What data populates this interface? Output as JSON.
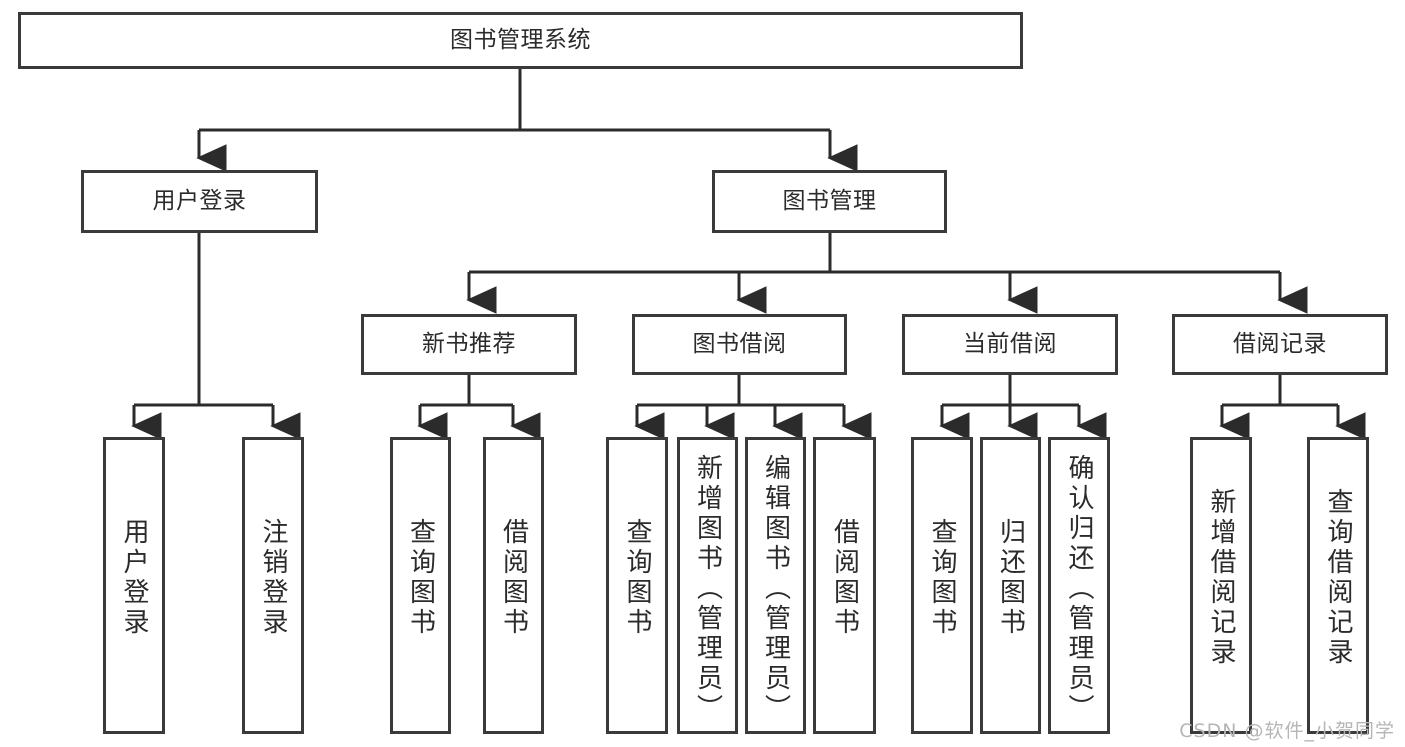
{
  "diagram": {
    "type": "tree",
    "title": "图书管理系统",
    "watermark": "CSDN @软件_小贺同学",
    "colors": {
      "box_border": "#3a3a3a",
      "box_fill": "#ffffff",
      "connector": "#2b2b2b",
      "text": "#2b2b2b",
      "watermark": "#b6b6b6",
      "background": "#ffffff"
    },
    "root": {
      "label": "图书管理系统"
    },
    "level2": [
      {
        "label": "用户登录"
      },
      {
        "label": "图书管理"
      }
    ],
    "level3": [
      {
        "label": "新书推荐"
      },
      {
        "label": "图书借阅"
      },
      {
        "label": "当前借阅"
      },
      {
        "label": "借阅记录"
      }
    ],
    "leaves": {
      "user_login": [
        {
          "label": "用户登录"
        },
        {
          "label": "注销登录"
        }
      ],
      "new_book_recommend": [
        {
          "label": "查询图书"
        },
        {
          "label": "借阅图书"
        }
      ],
      "book_borrow": [
        {
          "label": "查询图书"
        },
        {
          "label": "新增图书（管理员）"
        },
        {
          "label": "编辑图书（管理员）"
        },
        {
          "label": "借阅图书"
        }
      ],
      "current_borrow": [
        {
          "label": "查询图书"
        },
        {
          "label": "归还图书"
        },
        {
          "label": "确认归还（管理员）"
        }
      ],
      "borrow_record": [
        {
          "label": "新增借阅记录"
        },
        {
          "label": "查询借阅记录"
        }
      ]
    }
  }
}
